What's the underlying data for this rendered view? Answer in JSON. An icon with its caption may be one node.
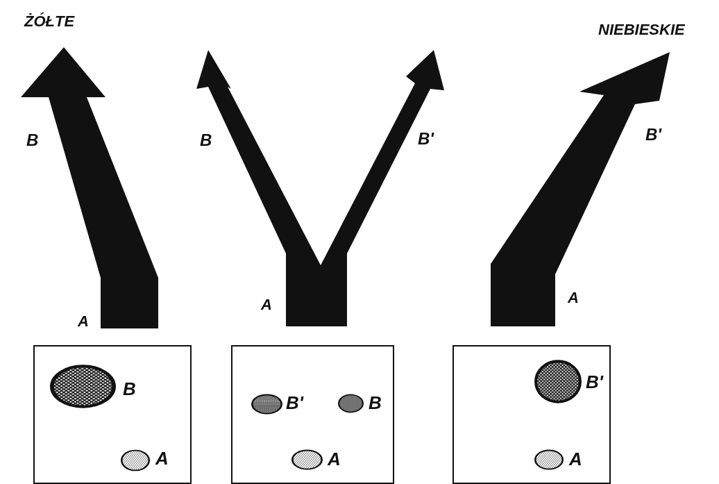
{
  "diagram": {
    "nodes": [
      {
        "text": [],
        "shape": "box"
      },
      {
        "text": [],
        "shape": "ellipse",
        "beside": [
          "B"
        ],
        "in": 0
      },
      {
        "text": [],
        "shape": "ellipse",
        "beside": [
          "A"
        ],
        "in": 0
      },
      {
        "text": [],
        "shape": "box"
      },
      {
        "text": [],
        "shape": "ellipse",
        "beside": [
          "B'"
        ],
        "in": 3
      },
      {
        "text": [],
        "shape": "ellipse",
        "beside": [
          "B"
        ],
        "in": 3
      },
      {
        "text": [],
        "shape": "ellipse",
        "beside": [
          "A"
        ],
        "in": 3
      },
      {
        "text": [],
        "shape": "box"
      },
      {
        "text": [],
        "shape": "ellipse",
        "beside": [
          "B'"
        ],
        "in": 7
      },
      {
        "text": [],
        "shape": "ellipse",
        "beside": [
          "A"
        ],
        "in": 7
      }
    ],
    "edges": [],
    "labels": [
      "ŻÓŁTE",
      "NIEBIESKIE",
      "B",
      "B",
      "B'",
      "B'",
      "A",
      "A",
      "A"
    ]
  }
}
